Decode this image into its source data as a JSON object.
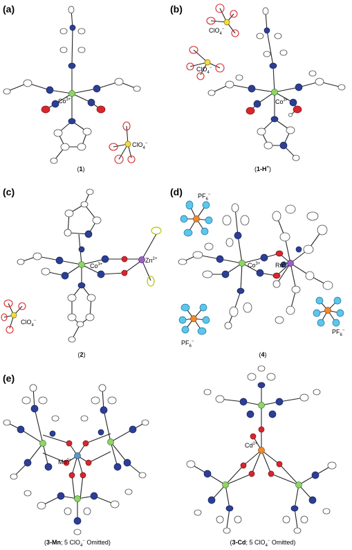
{
  "panels": {
    "a": {
      "label": "(a)",
      "caption_bold": "1",
      "metal_label": "Co",
      "metal_charge": "3+",
      "anion_label": "ClO",
      "anion_sub": "4",
      "anion_charge": "−"
    },
    "b": {
      "label": "(b)",
      "caption_bold": "1-H",
      "caption_sup": "+",
      "metal_label": "Co",
      "metal_charge": "3+",
      "anion_label": "ClO",
      "anion_sub": "4",
      "anion_charge": "−"
    },
    "c": {
      "label": "(c)",
      "caption_bold": "2",
      "metal_label": "Co",
      "metal_charge": "3+",
      "zn_label": "Zn",
      "zn_charge": "2+",
      "anion_label": "ClO",
      "anion_sub": "4",
      "anion_charge": "−"
    },
    "d": {
      "label": "(d)",
      "caption_bold": "4",
      "metal_label": "Co",
      "metal_charge": "3+",
      "ru_label": "Ru",
      "ru_charge": "2+",
      "anion_label": "PF",
      "anion_sub": "6",
      "anion_charge": "−"
    },
    "e": {
      "label": "(e)",
      "mn_label": "Mn",
      "mn_charge": "2+",
      "cd_label": "Cd",
      "cd_charge": "2+",
      "left_caption_bold": "3-Mn",
      "left_caption_rest": "; 5 ClO",
      "right_caption_bold": "3-Cd",
      "right_caption_rest": "; 5 ClO",
      "caption_sub": "4",
      "caption_sup": "−",
      "caption_tail": " Omitted)"
    }
  },
  "paren_open": "(",
  "paren_close": ")",
  "atom_colors": {
    "carbon": "#ffffff",
    "nitrogen": "#2c3f95",
    "oxygen": "#d8262c",
    "chlorine": "#f3dd3a",
    "fluorine": "#5bc6ee",
    "phosphorus": "#f08a2c",
    "cobalt": "#8fd468",
    "zinc": "#9c5fc8",
    "ruthenium": "#9c5fc8",
    "manganese": "#5b96c8",
    "cadmium": "#f08a2c"
  }
}
